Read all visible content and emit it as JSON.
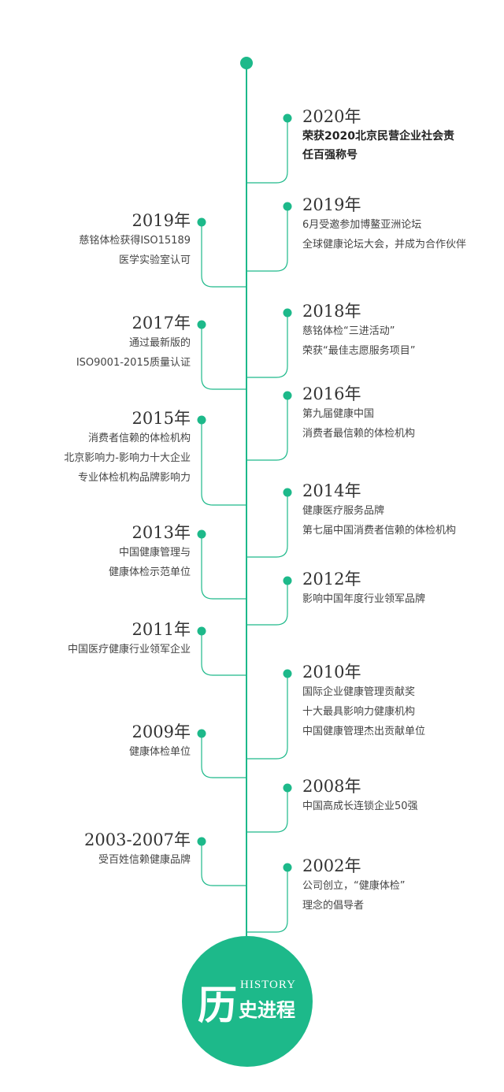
{
  "colors": {
    "accent": "#1db98a",
    "text": "#333333"
  },
  "entries": [
    {
      "side": "right",
      "year": "2020年",
      "lines": [
        "荣获2020北京民营企业社会责",
        "任百强称号"
      ]
    },
    {
      "side": "right",
      "year": "2019年",
      "lines": [
        "6月受邀参加博鳌亚洲论坛",
        "全球健康论坛大会，并成为合作伙伴"
      ]
    },
    {
      "side": "left",
      "year": "2019年",
      "lines": [
        "慈铭体检获得ISO15189",
        "医学实验室认可"
      ]
    },
    {
      "side": "right",
      "year": "2018年",
      "lines": [
        "慈铭体检“三进活动”",
        "荣获“最佳志愿服务项目”"
      ]
    },
    {
      "side": "left",
      "year": "2017年",
      "lines": [
        "通过最新版的",
        "ISO9001-2015质量认证"
      ]
    },
    {
      "side": "right",
      "year": "2016年",
      "lines": [
        "第九届健康中国",
        "消费者最信赖的体检机构"
      ]
    },
    {
      "side": "left",
      "year": "2015年",
      "lines": [
        "消费者信赖的体检机构",
        "北京影响力-影响力十大企业",
        "专业体检机构品牌影响力"
      ]
    },
    {
      "side": "right",
      "year": "2014年",
      "lines": [
        "健康医疗服务品牌",
        "第七届中国消费者信赖的体检机构"
      ]
    },
    {
      "side": "left",
      "year": "2013年",
      "lines": [
        "中国健康管理与",
        "健康体检示范单位"
      ]
    },
    {
      "side": "right",
      "year": "2012年",
      "lines": [
        "影响中国年度行业领军品牌"
      ]
    },
    {
      "side": "left",
      "year": "2011年",
      "lines": [
        "中国医疗健康行业领军企业"
      ]
    },
    {
      "side": "right",
      "year": "2010年",
      "lines": [
        "国际企业健康管理贡献奖",
        "十大最具影响力健康机构",
        "中国健康管理杰出贡献单位"
      ]
    },
    {
      "side": "left",
      "year": "2009年",
      "lines": [
        "健康体检单位"
      ]
    },
    {
      "side": "right",
      "year": "2008年",
      "lines": [
        "中国高成长连锁企业50强"
      ]
    },
    {
      "side": "left",
      "year": "2003-2007年",
      "lines": [
        "受百姓信赖健康品牌"
      ]
    },
    {
      "side": "right",
      "year": "2002年",
      "lines": [
        "公司创立，“健康体检”",
        "理念的倡导者"
      ]
    }
  ],
  "badge": {
    "big": "历",
    "en": "HISTORY",
    "cn": "史进程"
  }
}
